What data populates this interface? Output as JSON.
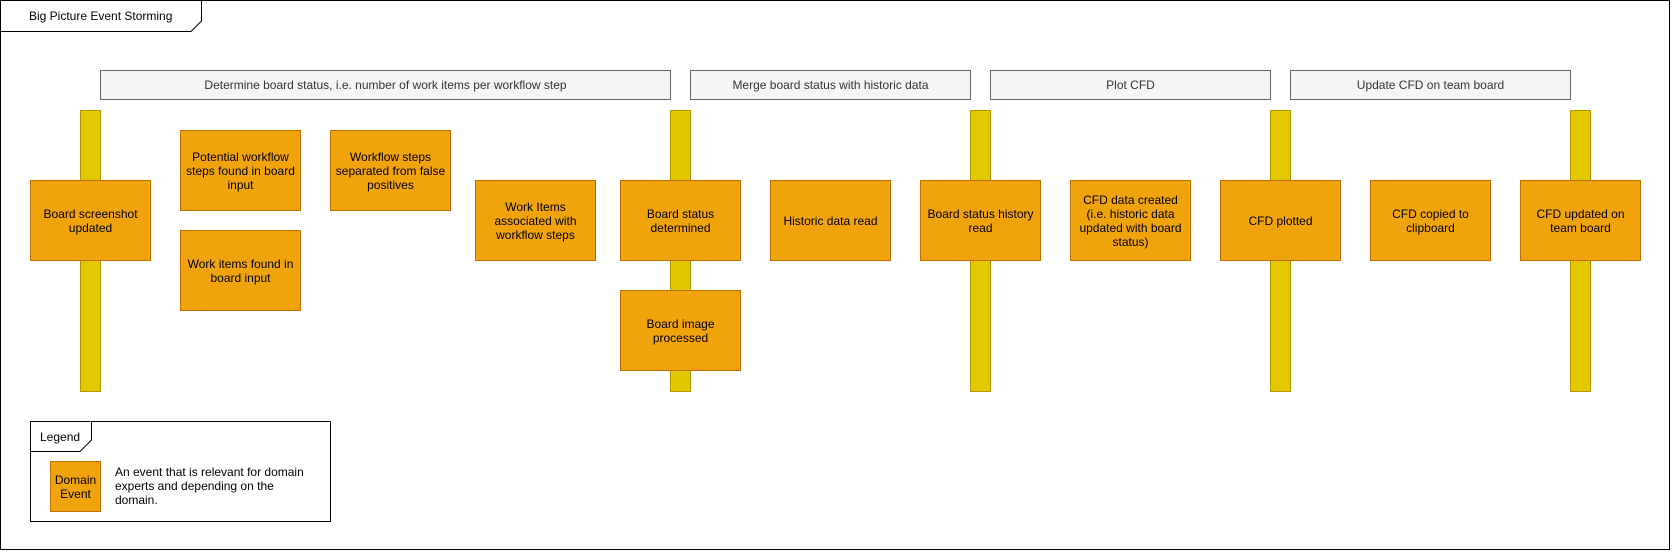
{
  "frame": {
    "title": "Big Picture Event Storming"
  },
  "phases": [
    "Determine board status, i.e. number of work items per workflow step",
    "Merge board status with historic data",
    "Plot CFD",
    "Update CFD on team board"
  ],
  "events": [
    "Board screenshot updated",
    "Potential workflow steps found in board input",
    "Work items found in board input",
    "Workflow steps separated from false positives",
    "Work Items associated with workflow steps",
    "Board status determined",
    "Board image processed",
    "Historic data read",
    "Board status history read",
    "CFD data created (i.e. historic data updated with board status)",
    "CFD plotted",
    "CFD copied to clipboard",
    "CFD updated on team board"
  ],
  "legend": {
    "title": "Legend",
    "swatch_label": "Domain Event",
    "description": "An event that is relevant for domain experts and depending on the domain."
  },
  "colors": {
    "domain_event": "#f0a30a",
    "pivotal_marker": "#e3c800",
    "phase_box": "#f5f5f5"
  }
}
